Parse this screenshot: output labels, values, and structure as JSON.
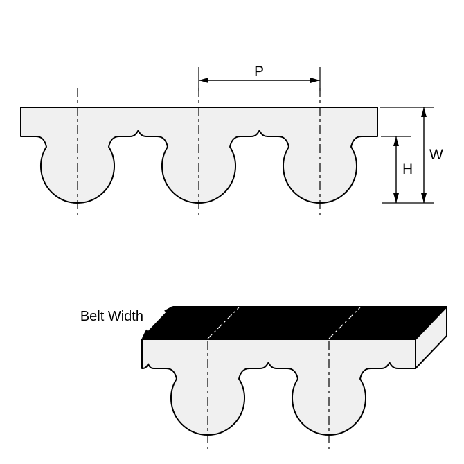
{
  "diagram": {
    "type": "timing-belt-tooth-profile-drawing",
    "labels": {
      "pitch": "P",
      "belt_thickness": "W",
      "tooth_height": "H",
      "belt_width": "Belt Width"
    },
    "colors": {
      "outline": "#000000",
      "belt_fill": "#f0f0f0",
      "top_face_fill": "#000000",
      "background": "#ffffff",
      "centerline_on_black": "#ffffff"
    }
  }
}
